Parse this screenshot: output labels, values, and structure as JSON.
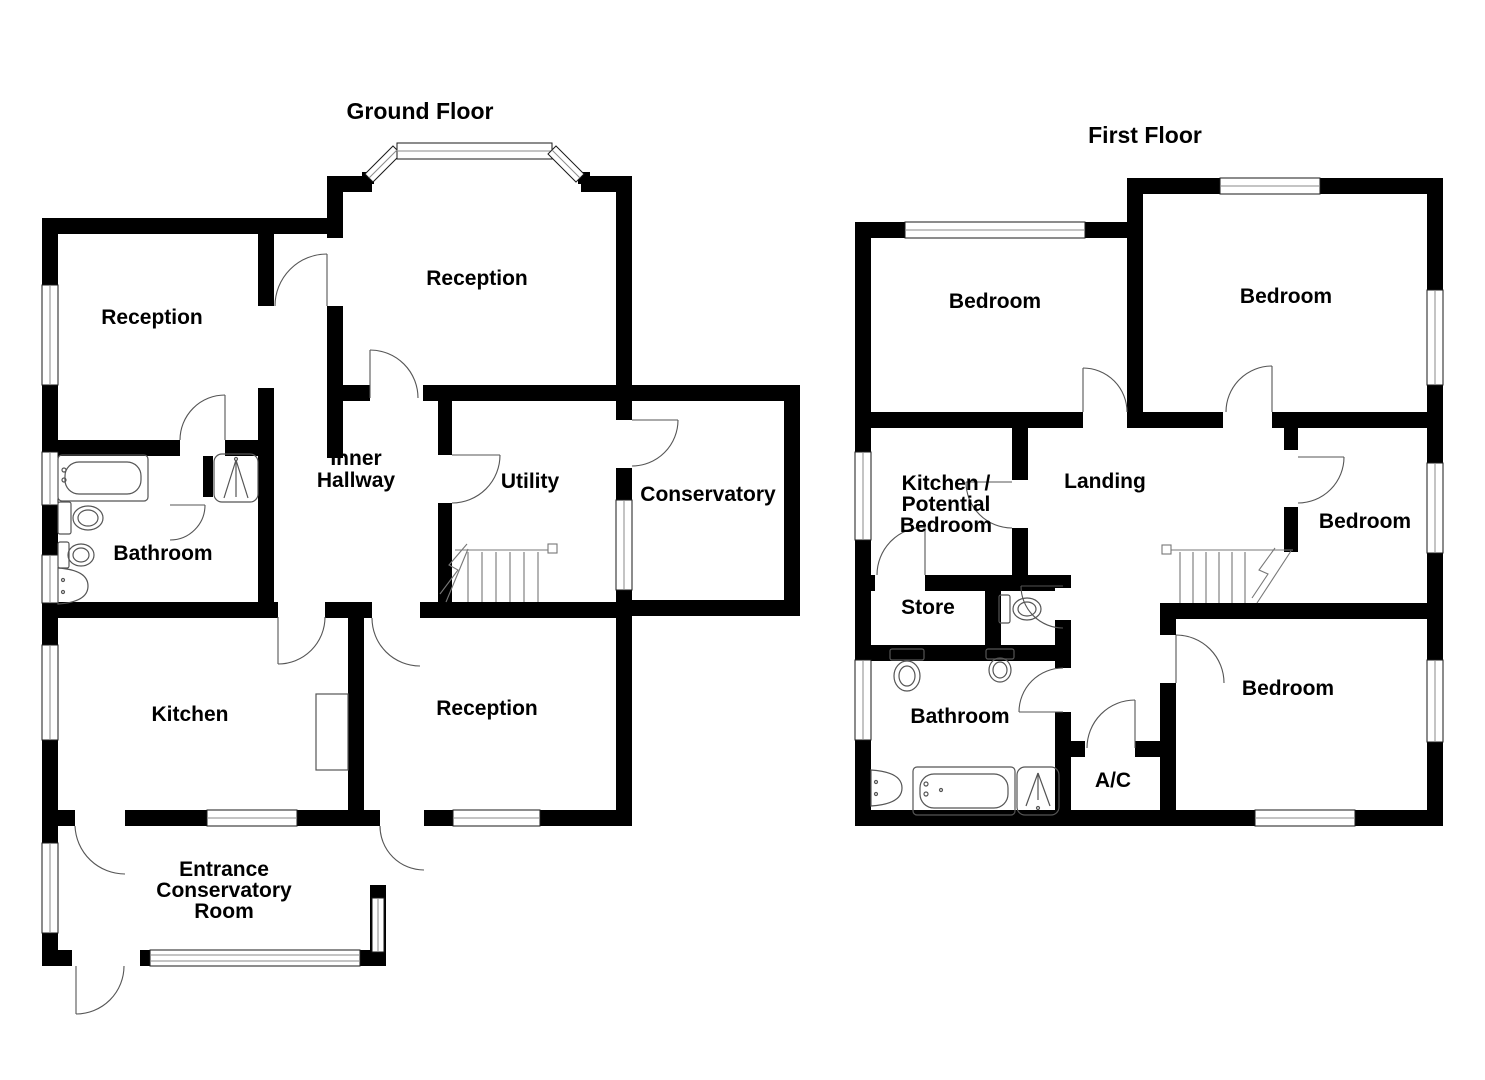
{
  "colors": {
    "wall": "#000000",
    "background": "#ffffff",
    "fixture_stroke": "#555555"
  },
  "ground_floor": {
    "title": "Ground Floor",
    "rooms": {
      "reception_left": {
        "label": "Reception"
      },
      "reception_top": {
        "label": "Reception"
      },
      "reception_bottom": {
        "label": "Reception"
      },
      "inner_hallway": {
        "lines": [
          "Inner",
          "Hallway"
        ]
      },
      "utility": {
        "label": "Utility"
      },
      "conservatory": {
        "label": "Conservatory"
      },
      "bathroom": {
        "label": "Bathroom"
      },
      "kitchen": {
        "label": "Kitchen"
      },
      "entrance_conservatory": {
        "lines": [
          "Entrance",
          "Conservatory",
          "Room"
        ]
      }
    }
  },
  "first_floor": {
    "title": "First Floor",
    "rooms": {
      "bedroom_top_left": {
        "label": "Bedroom"
      },
      "bedroom_top_right": {
        "label": "Bedroom"
      },
      "bedroom_middle_right": {
        "label": "Bedroom"
      },
      "bedroom_bottom": {
        "label": "Bedroom"
      },
      "kitchen_potential_bedroom": {
        "lines": [
          "Kitchen /",
          "Potential",
          "Bedroom"
        ]
      },
      "landing": {
        "label": "Landing"
      },
      "store": {
        "label": "Store"
      },
      "bathroom": {
        "label": "Bathroom"
      },
      "ac_cupboard": {
        "label": "A/C"
      }
    }
  }
}
